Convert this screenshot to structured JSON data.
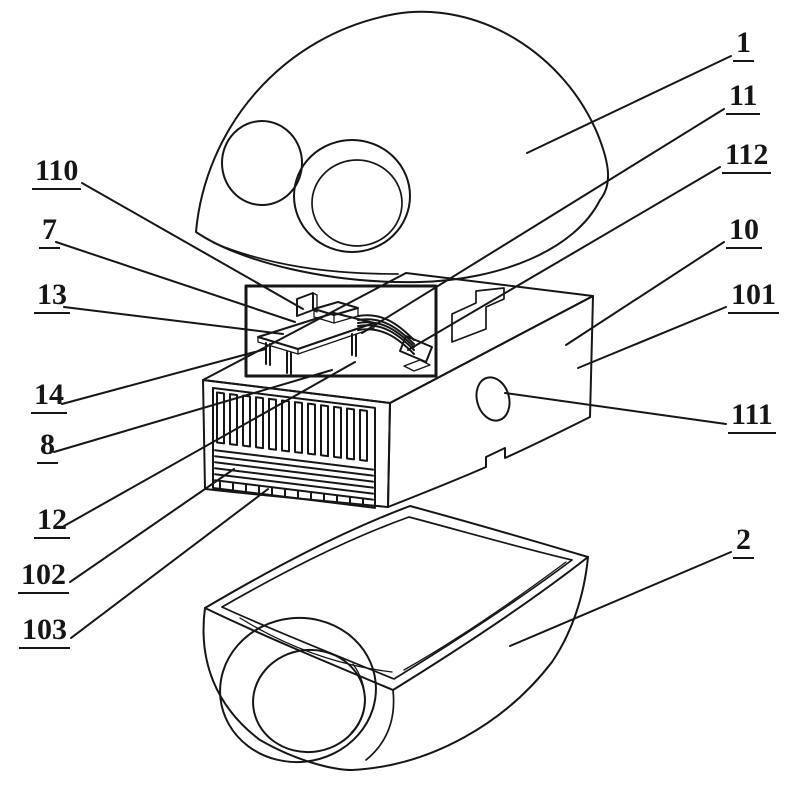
{
  "figure": {
    "kind": "patent-exploded-view-line-drawing",
    "background_color": "#ffffff",
    "line_color": "#161616",
    "labels_right": [
      {
        "text": "1"
      },
      {
        "text": "11"
      },
      {
        "text": "112"
      },
      {
        "text": "10"
      },
      {
        "text": "101"
      },
      {
        "text": "111"
      },
      {
        "text": "2"
      }
    ],
    "labels_left": [
      {
        "text": "110"
      },
      {
        "text": "7"
      },
      {
        "text": "13"
      },
      {
        "text": "14"
      },
      {
        "text": "8"
      },
      {
        "text": "12"
      },
      {
        "text": "102"
      },
      {
        "text": "103"
      }
    ]
  }
}
